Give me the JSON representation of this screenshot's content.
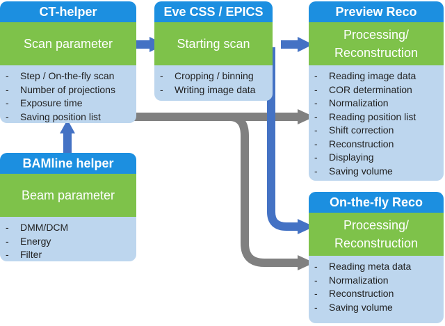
{
  "colors": {
    "header_blue": "#1c8fe0",
    "green": "#7ec24a",
    "list_bg": "#bdd6ee",
    "arrow_blue": "#4472c4",
    "arrow_gray": "#808080"
  },
  "ct_helper": {
    "title": "CT-helper",
    "subtitle": "Scan parameter",
    "items": [
      "Step / On-the-fly scan",
      "Number of projections",
      "Exposure time",
      "Saving position list"
    ]
  },
  "eve": {
    "title": "Eve CSS / EPICS",
    "subtitle": "Starting scan",
    "items": [
      "Cropping / binning",
      "Writing image data"
    ]
  },
  "preview": {
    "title": "Preview Reco",
    "subtitle_line1": "Processing/",
    "subtitle_line2": "Reconstruction",
    "items": [
      "Reading image data",
      "COR determination",
      "Normalization",
      "Reading position list",
      "Shift correction",
      "Reconstruction",
      "Displaying",
      "Saving volume"
    ]
  },
  "bamline": {
    "title": "BAMline helper",
    "subtitle": "Beam parameter",
    "items": [
      "DMM/DCM",
      "Energy",
      "Filter"
    ]
  },
  "onthefly": {
    "title": "On-the-fly Reco",
    "subtitle_line1": "Processing/",
    "subtitle_line2": "Reconstruction",
    "items": [
      "Reading meta data",
      "Normalization",
      "Reconstruction",
      "Saving volume"
    ]
  }
}
